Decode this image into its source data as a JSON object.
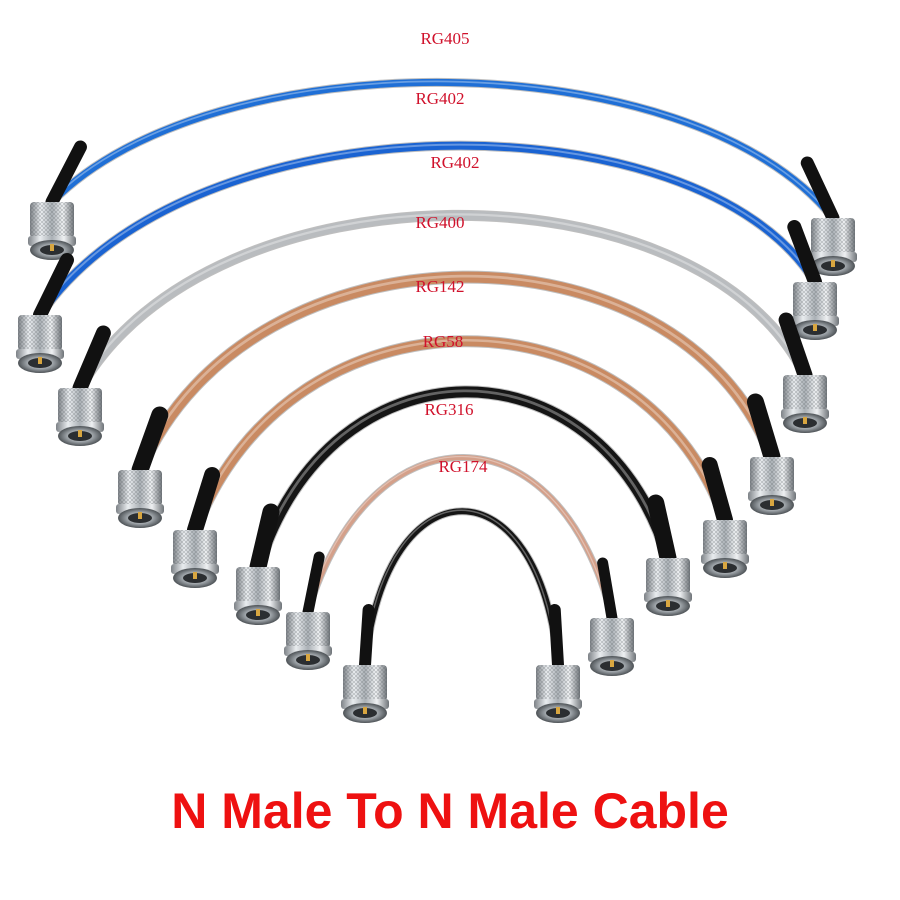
{
  "caption": "N Male To N Male Cable",
  "cables": [
    {
      "label": "RG405",
      "jacket_color": "#1f6fd6",
      "boot_color": "#111111"
    },
    {
      "label": "RG402",
      "jacket_color": "#1a63d2",
      "boot_color": "#111111"
    },
    {
      "label": "RG402",
      "jacket_color": "#b9bcbf",
      "boot_color": "#111111"
    },
    {
      "label": "RG400",
      "jacket_color": "#c98a62",
      "boot_color": "#111111"
    },
    {
      "label": "RG142",
      "jacket_color": "#c98a62",
      "boot_color": "#111111"
    },
    {
      "label": "RG58",
      "jacket_color": "#151515",
      "boot_color": "#111111"
    },
    {
      "label": "RG316",
      "jacket_color": "#d4a08a",
      "boot_color": "#111111"
    },
    {
      "label": "RG174",
      "jacket_color": "#151515",
      "boot_color": "#111111"
    }
  ],
  "connector": {
    "type": "N Male",
    "body_color": "#c9ccd0"
  },
  "label_color": "#d0112b",
  "caption_color": "#ee1111"
}
